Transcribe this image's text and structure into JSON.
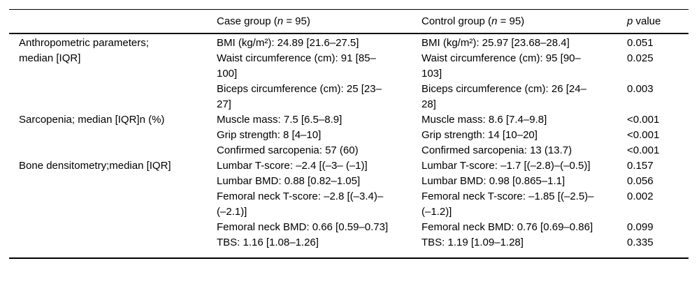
{
  "table": {
    "header": {
      "empty": "",
      "case": {
        "pre": "Case group (",
        "var": "n",
        "post": " = 95)"
      },
      "control": {
        "pre": "Control group (",
        "var": "n",
        "post": " = 95)"
      },
      "pvalue": {
        "var": "p",
        "post": " value"
      }
    },
    "groups": [
      {
        "label": "Anthropometric parameters; median [IQR]",
        "rows": [
          {
            "case": "BMI (kg/m²): 24.89 [21.6–27.5]",
            "control": "BMI (kg/m²): 25.97 [23.68–28.4]",
            "p": "0.051"
          },
          {
            "case": "Waist circumference (cm): 91 [85–100]",
            "control": "Waist circumference (cm): 95 [90–103]",
            "p": "0.025"
          },
          {
            "case": "Biceps circumference (cm): 25 [23–27]",
            "control": "Biceps circumference (cm): 26 [24–28]",
            "p": "0.003"
          }
        ]
      },
      {
        "label": "Sarcopenia; median [IQR]n (%)",
        "rows": [
          {
            "case": "Muscle mass: 7.5 [6.5–8.9]",
            "control": "Muscle mass: 8.6 [7.4–9.8]",
            "p": "<0.001"
          },
          {
            "case": "Grip strength: 8 [4–10]",
            "control": "Grip strength: 14 [10–20]",
            "p": "<0.001"
          },
          {
            "case": "Confirmed sarcopenia: 57 (60)",
            "control": "Confirmed sarcopenia: 13 (13.7)",
            "p": "<0.001"
          }
        ]
      },
      {
        "label": "Bone densitometry;median [IQR]",
        "rows": [
          {
            "case": "Lumbar T-score: –2.4 [(–3– (–1)]",
            "control": "Lumbar T-score: –1.7 [(–2.8)–(–0.5)]",
            "p": "0.157"
          },
          {
            "case": "Lumbar BMD: 0.88 [0.82–1.05]",
            "control": "Lumbar BMD: 0.98 [0.865–1.1]",
            "p": "0.056"
          },
          {
            "case": "Femoral neck T-score: –2.8 [(–3.4)–(–2.1)]",
            "control": "Femoral neck T-score: –1.85 [(–2.5)–(–1.2)]",
            "p": "0.002"
          },
          {
            "case": "Femoral neck BMD: 0.66 [0.59–0.73]",
            "control": "Femoral neck BMD: 0.76 [0.69–0.86]",
            "p": "0.099"
          },
          {
            "case": "TBS: 1.16 [1.08–1.26]",
            "control": "TBS: 1.19 [1.09–1.28]",
            "p": "0.335"
          }
        ]
      }
    ]
  }
}
